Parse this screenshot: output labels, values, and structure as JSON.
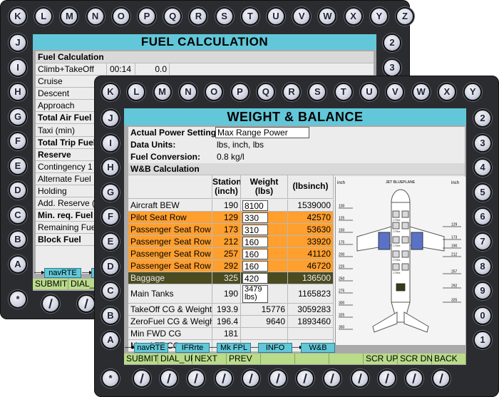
{
  "back_device": {
    "top_keys": [
      "K",
      "L",
      "M",
      "N",
      "O",
      "P",
      "Q",
      "R",
      "S",
      "T",
      "U",
      "V",
      "W",
      "X",
      "Y",
      "Z"
    ],
    "left_keys": [
      "J",
      "I",
      "H",
      "G",
      "F",
      "E",
      "D",
      "C",
      "B",
      "A",
      "*"
    ],
    "right_keys": [
      "2",
      "3"
    ],
    "title": "FUEL CALCULATION",
    "section": "Fuel Calculation",
    "rows": [
      {
        "label": "Climb+TakeOff",
        "col2": "00:14",
        "col3": "0.0"
      },
      {
        "label": "Cruise",
        "col2": "",
        "col3": ""
      },
      {
        "label": "Descent",
        "col2": "",
        "col3": ""
      },
      {
        "label": "Approach",
        "col2": "",
        "col3": ""
      },
      {
        "label": "Total Air Fuel",
        "col2": "",
        "col3": ""
      },
      {
        "label": "Taxi (min)",
        "col2": "",
        "col3": ""
      },
      {
        "label": "Total Trip Fuel",
        "col2": "",
        "col3": ""
      },
      {
        "label": "Reserve",
        "col2": "",
        "col3": ""
      },
      {
        "label": "Contingency 1",
        "col2": "",
        "col3": ""
      },
      {
        "label": "Alternate Fuel",
        "col2": "",
        "col3": ""
      },
      {
        "label": "Holding",
        "col2": "",
        "col3": ""
      },
      {
        "label": "Add. Reserve (",
        "col2": "",
        "col3": ""
      },
      {
        "label": "Min. req. Fuel",
        "col2": "",
        "col3": ""
      },
      {
        "label": "Remaining Fue",
        "col2": "",
        "col3": ""
      },
      {
        "label": "Block Fuel",
        "col2": "",
        "col3": ""
      }
    ],
    "nav": [
      "navRTE"
    ],
    "softkeys": [
      "SUBMIT",
      "DIAL_U"
    ]
  },
  "front_device": {
    "top_keys": [
      "K",
      "L",
      "M",
      "N",
      "O",
      "P",
      "Q",
      "R",
      "S",
      "T",
      "U",
      "V",
      "W",
      "X",
      "Y"
    ],
    "left_keys": [
      "J",
      "I",
      "H",
      "G",
      "F",
      "E",
      "D",
      "C",
      "B",
      "A",
      "*"
    ],
    "right_keys": [
      "2",
      "3",
      "4",
      "5",
      "6",
      "7",
      "8",
      "9",
      "0",
      "1"
    ],
    "title": "WEIGHT & BALANCE",
    "settings": [
      {
        "label": "Actual Power Setting:",
        "value": "Max Range Power"
      },
      {
        "label": "Data Units:",
        "value": "lbs, inch, lbs"
      },
      {
        "label": "Fuel Conversion:",
        "value": "0.8 kg/l"
      }
    ],
    "section": "W&B Calculation",
    "headers": {
      "station": "Station\n(inch)",
      "weight": "Weight\n(lbs)",
      "moment": "(lbsinch)"
    },
    "rows": [
      {
        "label": "Aircraft BEW",
        "station": "190",
        "weight": "8100",
        "moment": "1539000",
        "style": "plain"
      },
      {
        "label": "Pilot Seat Row",
        "station": "129",
        "weight": "330",
        "moment": "42570",
        "style": "orange"
      },
      {
        "label": "Passenger Seat Row",
        "station": "173",
        "weight": "310",
        "moment": "53630",
        "style": "orange"
      },
      {
        "label": "Passenger Seat Row",
        "station": "212",
        "weight": "160",
        "moment": "33920",
        "style": "orange"
      },
      {
        "label": "Passenger Seat Row",
        "station": "257",
        "weight": "160",
        "moment": "41120",
        "style": "orange"
      },
      {
        "label": "Passenger Seat Row",
        "station": "292",
        "weight": "160",
        "moment": "46720",
        "style": "orange"
      },
      {
        "label": "Baggage",
        "station": "325",
        "weight": "420",
        "moment": "136500",
        "style": "olive"
      },
      {
        "label": "Main Tanks",
        "station": "190",
        "weight": "3479 lbs)",
        "moment": "1165823",
        "style": "tall"
      },
      {
        "label": "TakeOff CG & Weight",
        "station": "193.9",
        "weight": "15776",
        "moment": "3059283",
        "style": "plain"
      },
      {
        "label": "ZeroFuel CG & Weight",
        "station": "196.4",
        "weight": "9640",
        "moment": "1893460",
        "style": "plain"
      },
      {
        "label": "Min FWD CG",
        "station": "181",
        "weight": "",
        "moment": "",
        "style": "plain"
      },
      {
        "label": "Max AFT CG",
        "station": "",
        "weight": "",
        "moment": "",
        "style": "plain"
      }
    ],
    "diagram": {
      "left_unit": "inch",
      "right_unit": "inch",
      "logo": "JET BLUEPLANE",
      "left_scale": [
        "100",
        "125",
        "150",
        "175",
        "200",
        "225",
        "250",
        "275",
        "300",
        "325",
        "350"
      ],
      "right_scale": [
        "129",
        "173",
        "190",
        "212",
        "257",
        "292",
        "325"
      ],
      "seat_label": "170lbs"
    },
    "nav": [
      "navRTE",
      "IFRrte",
      "Mk FPL",
      "INFO",
      "W&B"
    ],
    "softkeys": [
      "SUBMIT",
      "DIAL_UP",
      "NEXT",
      "PREV",
      "",
      "",
      "",
      "SCR UP",
      "SCR DN",
      "BACK"
    ]
  }
}
